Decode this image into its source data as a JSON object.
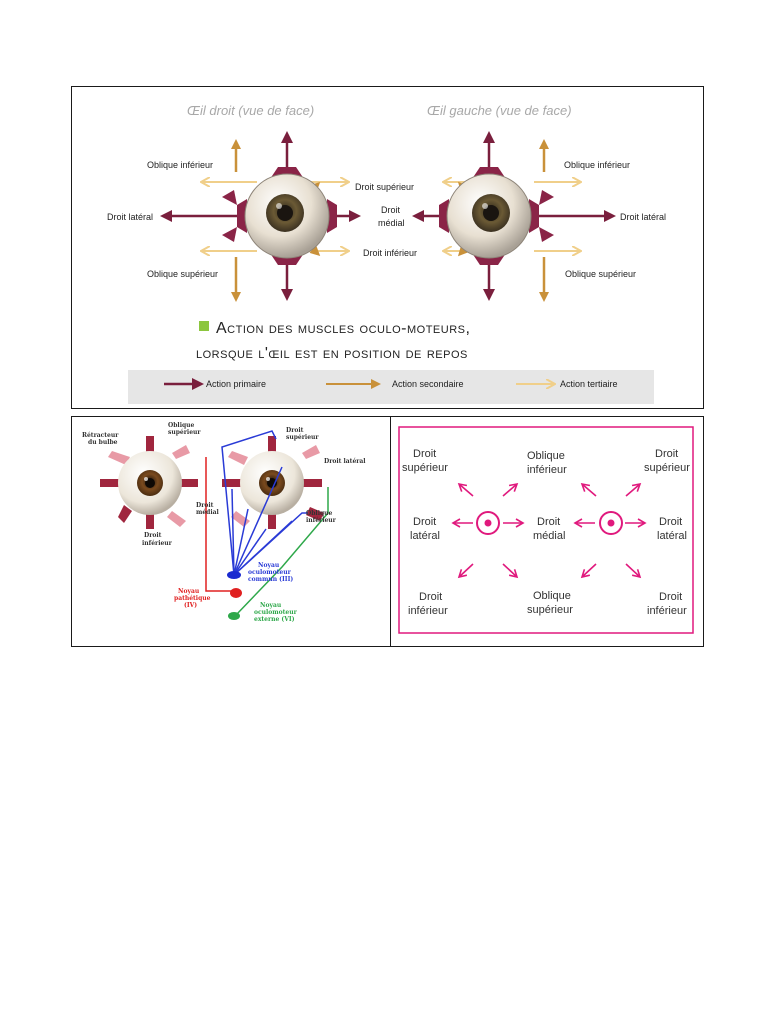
{
  "top": {
    "right_eye_title": "Œil droit (vue de face)",
    "left_eye_title": "Œil gauche (vue de face)",
    "labels": {
      "oblique_inferieur": "Oblique inférieur",
      "droit_superieur": "Droit supérieur",
      "droit_lateral": "Droit latéral",
      "droit_medial_1": "Droit",
      "droit_medial_2": "médial",
      "droit_inferieur": "Droit inférieur",
      "oblique_superieur": "Oblique supérieur"
    },
    "caption_line1": "Action des muscles oculo-moteurs,",
    "caption_line2": "lorsque l'œil est en position de repos",
    "legend": {
      "primary": "Action primaire",
      "secondary": "Action secondaire",
      "tertiary": "Action tertiaire"
    },
    "colors": {
      "primary": "#7a1f3d",
      "secondary": "#c9913a",
      "tertiary": "#f0cf8a",
      "marker": "#8cc63f"
    }
  },
  "bottom_left": {
    "labels": {
      "retracteur_1": "Rétracteur",
      "retracteur_2": "du bulbe",
      "oblique_sup_1": "Oblique",
      "oblique_sup_2": "supérieur",
      "droit_sup_1": "Droit",
      "droit_sup_2": "supérieur",
      "droit_lateral": "Droit latéral",
      "droit_medial_1": "Droit",
      "droit_medial_2": "médial",
      "droit_inf_1": "Droit",
      "droit_inf_2": "inférieur",
      "oblique_inf_1": "Oblique",
      "oblique_inf_2": "inférieur",
      "noyau_commun_1": "Noyau",
      "noyau_commun_2": "oculomoteur",
      "noyau_commun_3": "commun (III)",
      "noyau_path_1": "Noyau",
      "noyau_path_2": "pathétique",
      "noyau_path_3": "(IV)",
      "noyau_ext_1": "Noyau",
      "noyau_ext_2": "oculomoteur",
      "noyau_ext_3": "externe (VI)"
    },
    "colors": {
      "nerve_III": "#2a3bd6",
      "nerve_IV": "#e02020",
      "nerve_VI": "#2ea84a",
      "muscle": "#a0263e"
    }
  },
  "bottom_right": {
    "labels": {
      "ds_1": "Droit",
      "ds_2": "supérieur",
      "oi_1": "Oblique",
      "oi_2": "inférieur",
      "ds2_1": "Droit",
      "ds2_2": "supérieur",
      "dl_1": "Droit",
      "dl_2": "latéral",
      "dm_1": "Droit",
      "dm_2": "médial",
      "dl2_1": "Droit",
      "dl2_2": "latéral",
      "di_1": "Droit",
      "di_2": "inférieur",
      "os_1": "Oblique",
      "os_2": "supérieur",
      "di2_1": "Droit",
      "di2_2": "inférieur"
    },
    "colors": {
      "accent": "#e0197d"
    }
  }
}
